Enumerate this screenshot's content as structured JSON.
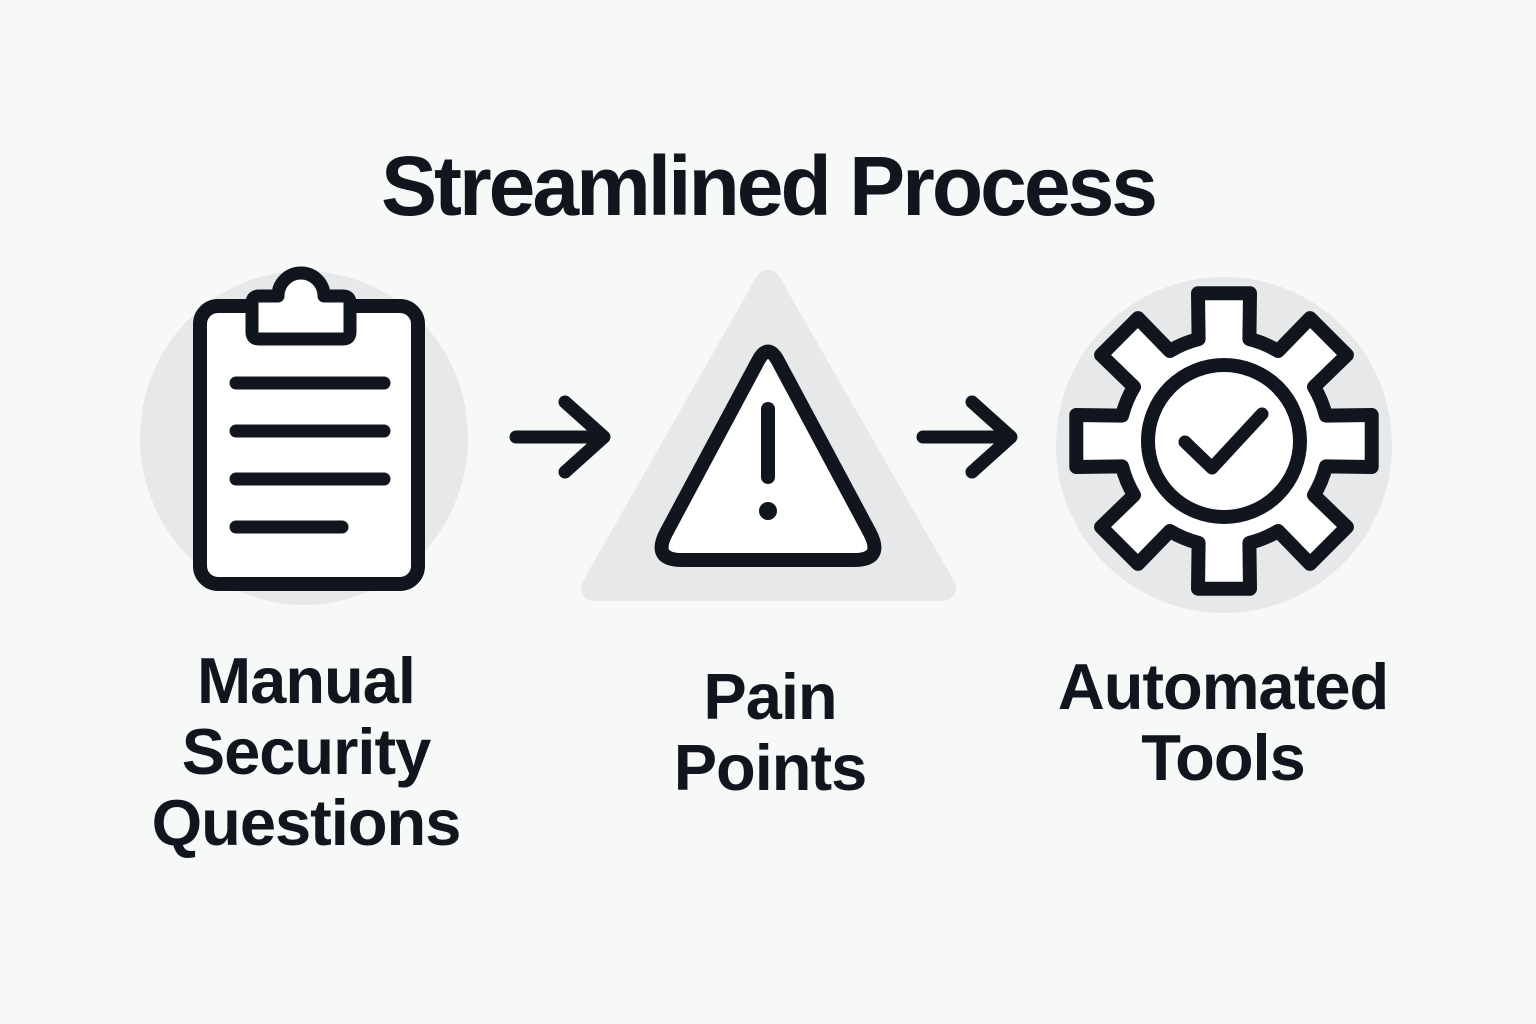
{
  "title": "Streamlined Process",
  "colors": {
    "background": "#f7f8f8",
    "shape_background": "#e7e8ea",
    "ink": "#10151e",
    "icon_fill": "#ffffff"
  },
  "steps": [
    {
      "icon": "clipboard-icon",
      "label": "Manual\nSecurity\nQuestions"
    },
    {
      "icon": "warning-triangle-icon",
      "label": "Pain\nPoints"
    },
    {
      "icon": "gear-check-icon",
      "label": "Automated\nTools"
    }
  ],
  "arrows": [
    {
      "icon": "right-arrow-icon",
      "direction": "right"
    },
    {
      "icon": "right-arrow-icon",
      "direction": "right"
    }
  ]
}
